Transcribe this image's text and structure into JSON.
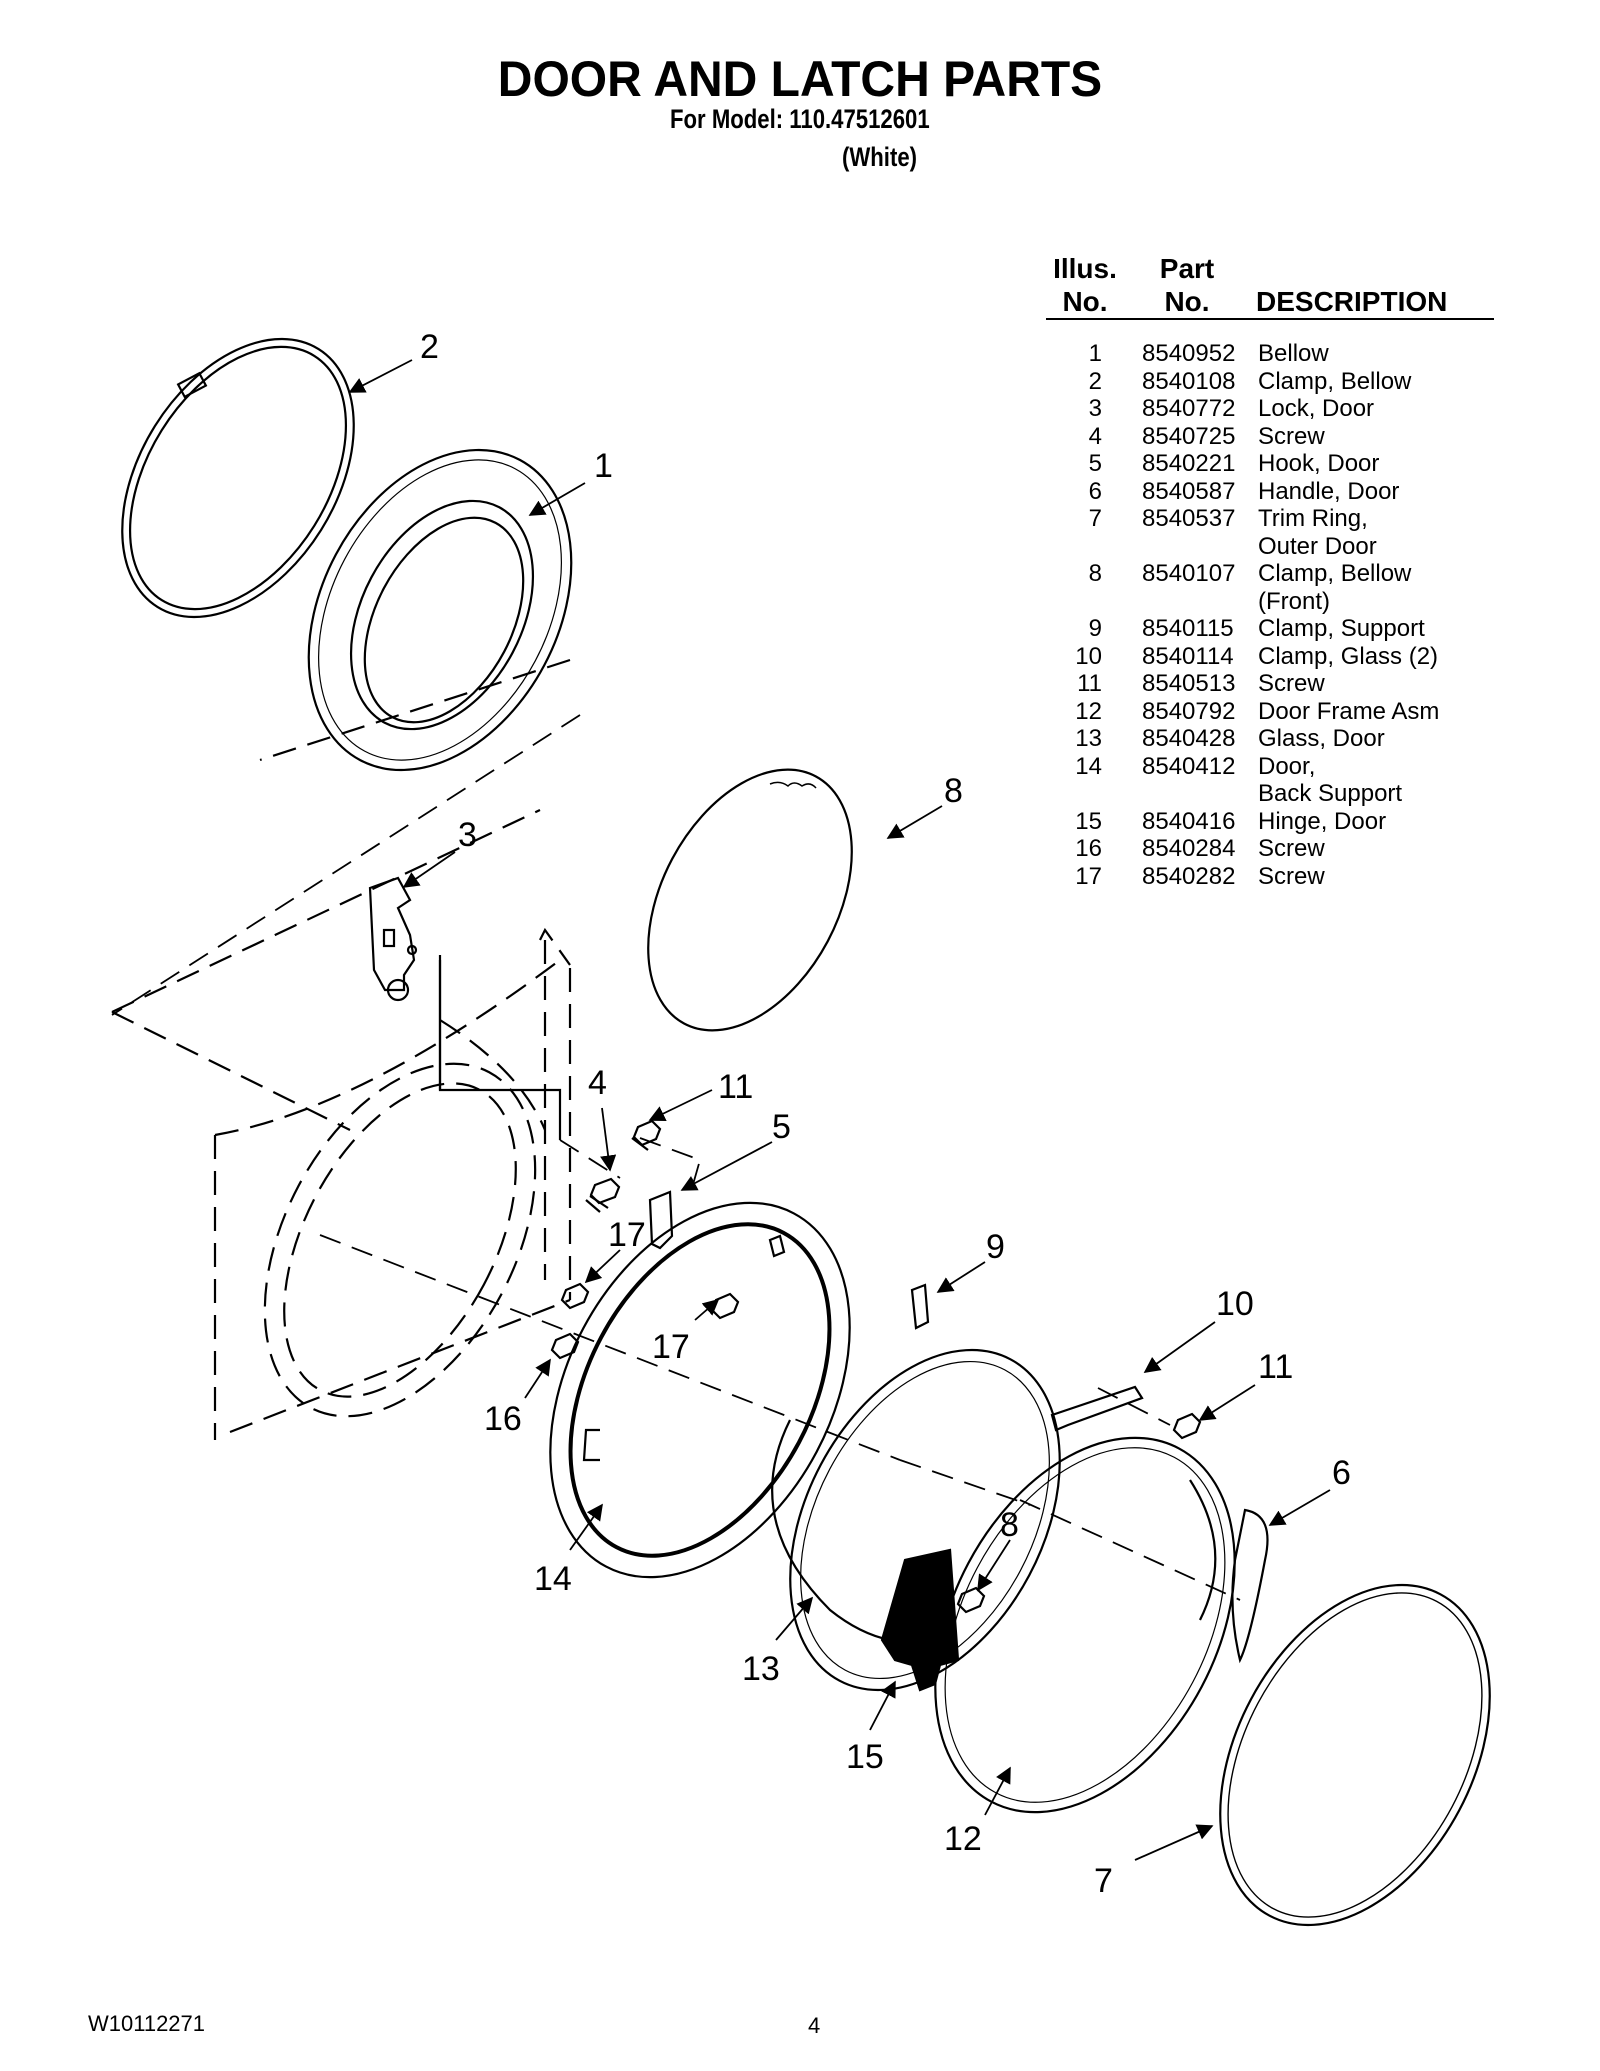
{
  "header": {
    "title": "DOOR AND LATCH PARTS",
    "model_line": "For Model: 110.47512601",
    "color_line": "(White)"
  },
  "table": {
    "col_illus": [
      "Illus.",
      "No."
    ],
    "col_part": [
      "Part",
      "No."
    ],
    "col_desc": "DESCRIPTION",
    "rows": [
      {
        "illus": "1",
        "part": "8540952",
        "desc": [
          "Bellow"
        ]
      },
      {
        "illus": "2",
        "part": "8540108",
        "desc": [
          "Clamp, Bellow"
        ]
      },
      {
        "illus": "3",
        "part": "8540772",
        "desc": [
          "Lock, Door"
        ]
      },
      {
        "illus": "4",
        "part": "8540725",
        "desc": [
          "Screw"
        ]
      },
      {
        "illus": "5",
        "part": "8540221",
        "desc": [
          "Hook, Door"
        ]
      },
      {
        "illus": "6",
        "part": "8540587",
        "desc": [
          "Handle, Door"
        ]
      },
      {
        "illus": "7",
        "part": "8540537",
        "desc": [
          "Trim Ring,",
          "Outer Door"
        ]
      },
      {
        "illus": "8",
        "part": "8540107",
        "desc": [
          "Clamp, Bellow",
          "(Front)"
        ]
      },
      {
        "illus": "9",
        "part": "8540115",
        "desc": [
          "Clamp, Support"
        ]
      },
      {
        "illus": "10",
        "part": "8540114",
        "desc": [
          "Clamp, Glass (2)"
        ]
      },
      {
        "illus": "11",
        "part": "8540513",
        "desc": [
          "Screw"
        ]
      },
      {
        "illus": "12",
        "part": "8540792",
        "desc": [
          "Door Frame Asm"
        ]
      },
      {
        "illus": "13",
        "part": "8540428",
        "desc": [
          "Glass, Door"
        ]
      },
      {
        "illus": "14",
        "part": "8540412",
        "desc": [
          "Door,",
          "Back Support"
        ]
      },
      {
        "illus": "15",
        "part": "8540416",
        "desc": [
          "Hinge, Door"
        ]
      },
      {
        "illus": "16",
        "part": "8540284",
        "desc": [
          "Screw"
        ]
      },
      {
        "illus": "17",
        "part": "8540282",
        "desc": [
          "Screw"
        ]
      }
    ]
  },
  "callouts": [
    "2",
    "1",
    "8",
    "3",
    "4",
    "11",
    "5",
    "17",
    "9",
    "10",
    "17",
    "11",
    "16",
    "6",
    "8",
    "14",
    "13",
    "15",
    "12",
    "7"
  ],
  "footer": {
    "doc_number": "W10112271",
    "page_number": "4"
  }
}
